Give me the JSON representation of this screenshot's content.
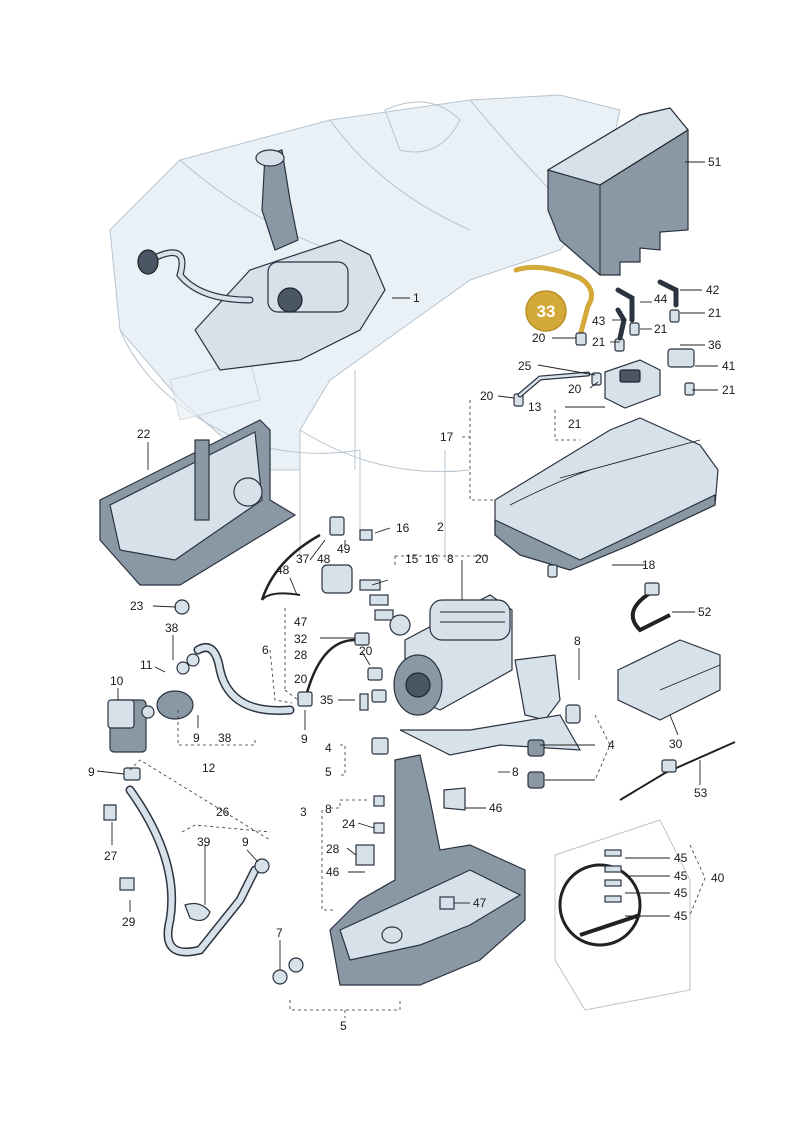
{
  "highlight": {
    "label": "33",
    "color": "#d3a93a",
    "text_color": "#ffffff"
  },
  "colors": {
    "ghost_fill": "#e9f0f6",
    "part_fill": "#d6e1ea",
    "outline": "#2b3340",
    "dark_part": "#4a5663"
  },
  "callouts": [
    "51",
    "1",
    "42",
    "44",
    "21",
    "43",
    "21",
    "20",
    "21",
    "36",
    "25",
    "20",
    "41",
    "21",
    "20",
    "13",
    "21",
    "17",
    "22",
    "16",
    "2",
    "49",
    "48",
    "37",
    "16",
    "15",
    "8",
    "20",
    "18",
    "48",
    "52",
    "23",
    "47",
    "38",
    "32",
    "6",
    "28",
    "20",
    "20",
    "8",
    "11",
    "10",
    "35",
    "9",
    "9",
    "38",
    "30",
    "12",
    "4",
    "4",
    "5",
    "9",
    "8",
    "26",
    "46",
    "3",
    "8",
    "39",
    "9",
    "24",
    "27",
    "53",
    "28",
    "45",
    "40",
    "46",
    "47",
    "45",
    "45",
    "45",
    "29",
    "7",
    "5"
  ]
}
